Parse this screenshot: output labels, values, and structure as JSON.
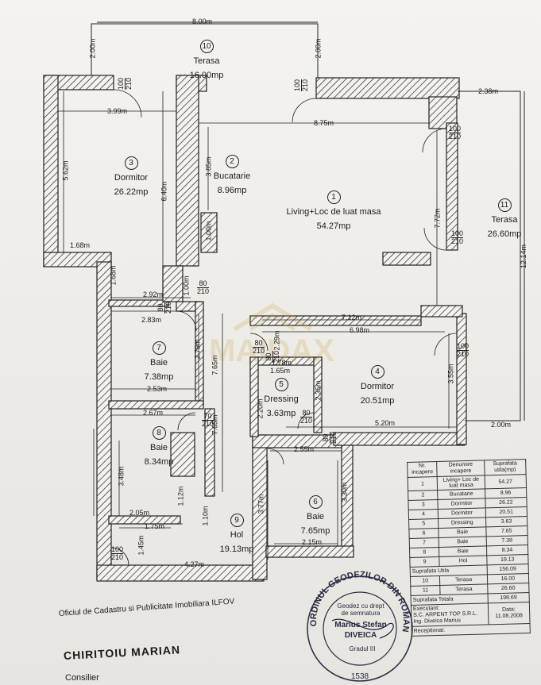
{
  "rooms": [
    {
      "num": "1",
      "name": "Living+Loc de luat masa",
      "area": "54.27mp"
    },
    {
      "num": "2",
      "name": "Bucatarie",
      "area": "8.96mp"
    },
    {
      "num": "3",
      "name": "Dormitor",
      "area": "26.22mp"
    },
    {
      "num": "4",
      "name": "Dormitor",
      "area": "20.51mp"
    },
    {
      "num": "5",
      "name": "Dressing",
      "area": "3.63mp"
    },
    {
      "num": "6",
      "name": "Baie",
      "area": "7.65mp"
    },
    {
      "num": "7",
      "name": "Baie",
      "area": "7.38mp"
    },
    {
      "num": "8",
      "name": "Baie",
      "area": "8.34mp"
    },
    {
      "num": "9",
      "name": "Hol",
      "area": "19.13mp"
    },
    {
      "num": "10",
      "name": "Terasa",
      "area": "16.00mp"
    },
    {
      "num": "11",
      "name": "Terasa",
      "area": "26.60mp"
    }
  ],
  "dimensions": [
    "8.00m",
    "2.00m",
    "2.00m",
    "3.99m",
    "8.75m",
    "2.38m",
    "5.62m",
    "6.40m",
    "3.85m",
    "1.00m",
    "7.72m",
    "12.14m",
    "1.68m",
    "1.68m",
    "2.92m",
    "1.00m",
    "2.83m",
    "7.12m",
    "6.98m",
    "2.79m",
    "2.53m",
    "7.65m",
    "7.65m",
    "1.78m",
    "1.65m",
    "2.29m",
    "2.35m",
    "2.20m",
    "2.67m",
    "3.55m",
    "5.20m",
    "2.00m",
    "2.55m",
    "3.48m",
    "3.77m",
    "3.30m",
    "1.12m",
    "2.05m",
    "1.75m",
    "1.10m",
    "2.15m",
    "1.45m",
    "4.27m"
  ],
  "doors": [
    {
      "w": "100",
      "h": "210"
    },
    {
      "w": "100",
      "h": "210"
    },
    {
      "w": "100",
      "h": "210"
    },
    {
      "w": "100",
      "h": "210"
    },
    {
      "w": "80",
      "h": "210"
    },
    {
      "w": "80",
      "h": "210"
    },
    {
      "w": "80",
      "h": "210"
    },
    {
      "w": "80",
      "h": "210"
    },
    {
      "w": "70",
      "h": "210"
    },
    {
      "w": "100",
      "h": "210"
    },
    {
      "w": "100",
      "h": "210"
    },
    {
      "w": "80",
      "h": "210"
    },
    {
      "w": "80",
      "h": "210"
    }
  ],
  "legend": {
    "headers": [
      "Nr. incapere",
      "Denumire incapere",
      "Suprafata utila(mp)"
    ],
    "rows": [
      [
        "1",
        "Living+ Loc de luat masa",
        "54.27"
      ],
      [
        "2",
        "Bucatarie",
        "8.96"
      ],
      [
        "3",
        "Dormitor",
        "26.22"
      ],
      [
        "4",
        "Dormitor",
        "20.51"
      ],
      [
        "5",
        "Dressing",
        "3.63"
      ],
      [
        "6",
        "Baie",
        "7.65"
      ],
      [
        "7",
        "Baie",
        "7.38"
      ],
      [
        "8",
        "Baie",
        "8.34"
      ],
      [
        "9",
        "Hol",
        "19.13"
      ]
    ],
    "suprafata_utila_label": "Suprafata Utila",
    "suprafata_utila_value": "156.09",
    "terase": [
      [
        "10",
        "Terasa",
        "16.00"
      ],
      [
        "11",
        "Terasa",
        "26.60"
      ]
    ],
    "suprafata_totala_label": "Suprafata Totala",
    "suprafata_totala_value": "198.69",
    "executant_label": "Executant:",
    "executant_name": "S.C. ARPENT TOP S.R.L.",
    "executant_person": "Ing. Diveica Marius",
    "data_label": "Data:",
    "data_value": "11.08.2008",
    "receptionat": "Receptionat:"
  },
  "footer": {
    "office": "Oficiul de Cadastru si Publicitate Imobiliara ILFOV",
    "name": "CHIRITOIU MARIAN",
    "role": "Consilier"
  },
  "stamp": {
    "outer": "ORDINUL GEODEZILOR DIN ROMANIA",
    "line1": "Geodez cu drept",
    "line2": "de semnatura",
    "name1": "Marius Stefan",
    "name2": "DIVEICA",
    "grade": "Gradul III",
    "number": "1538"
  },
  "watermark": {
    "brand": "MAIDAX"
  },
  "colors": {
    "wall": "#222222",
    "paper": "#f1f0ec",
    "ink": "#1a1a1a",
    "watermark": "#c9a24a"
  }
}
